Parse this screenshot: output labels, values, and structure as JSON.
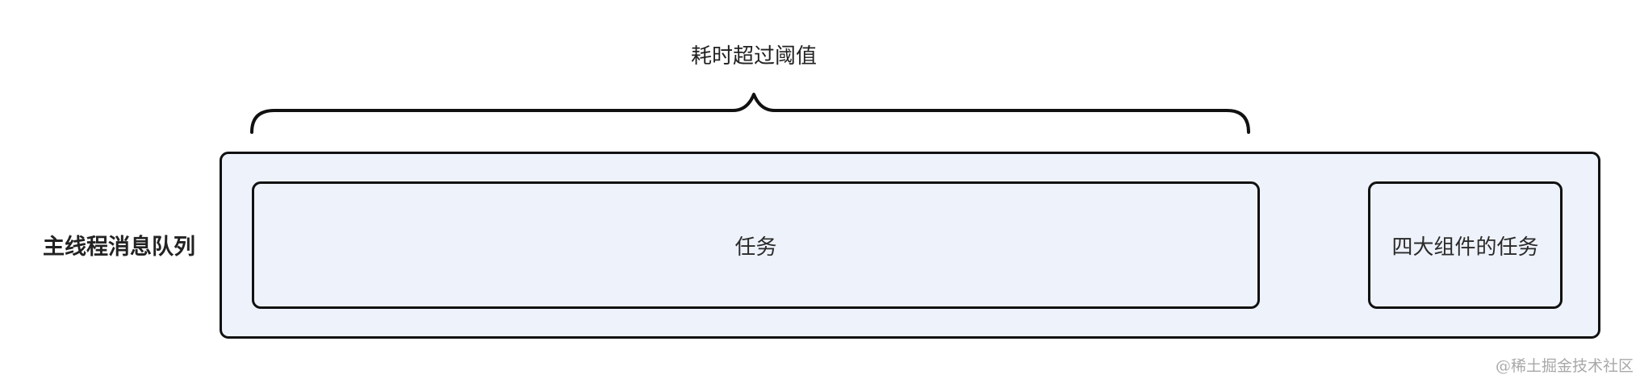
{
  "diagram": {
    "brace": {
      "label": "耗时超过阈值",
      "stroke_color": "#111111"
    },
    "row_label": "主线程消息队列",
    "queue": {
      "fill_color": "#eef2fa",
      "border_color": "#111111",
      "tasks": [
        {
          "label": "任务"
        },
        {
          "label": "四大组件的任务"
        }
      ]
    }
  },
  "watermark": "@稀土掘金技术社区"
}
